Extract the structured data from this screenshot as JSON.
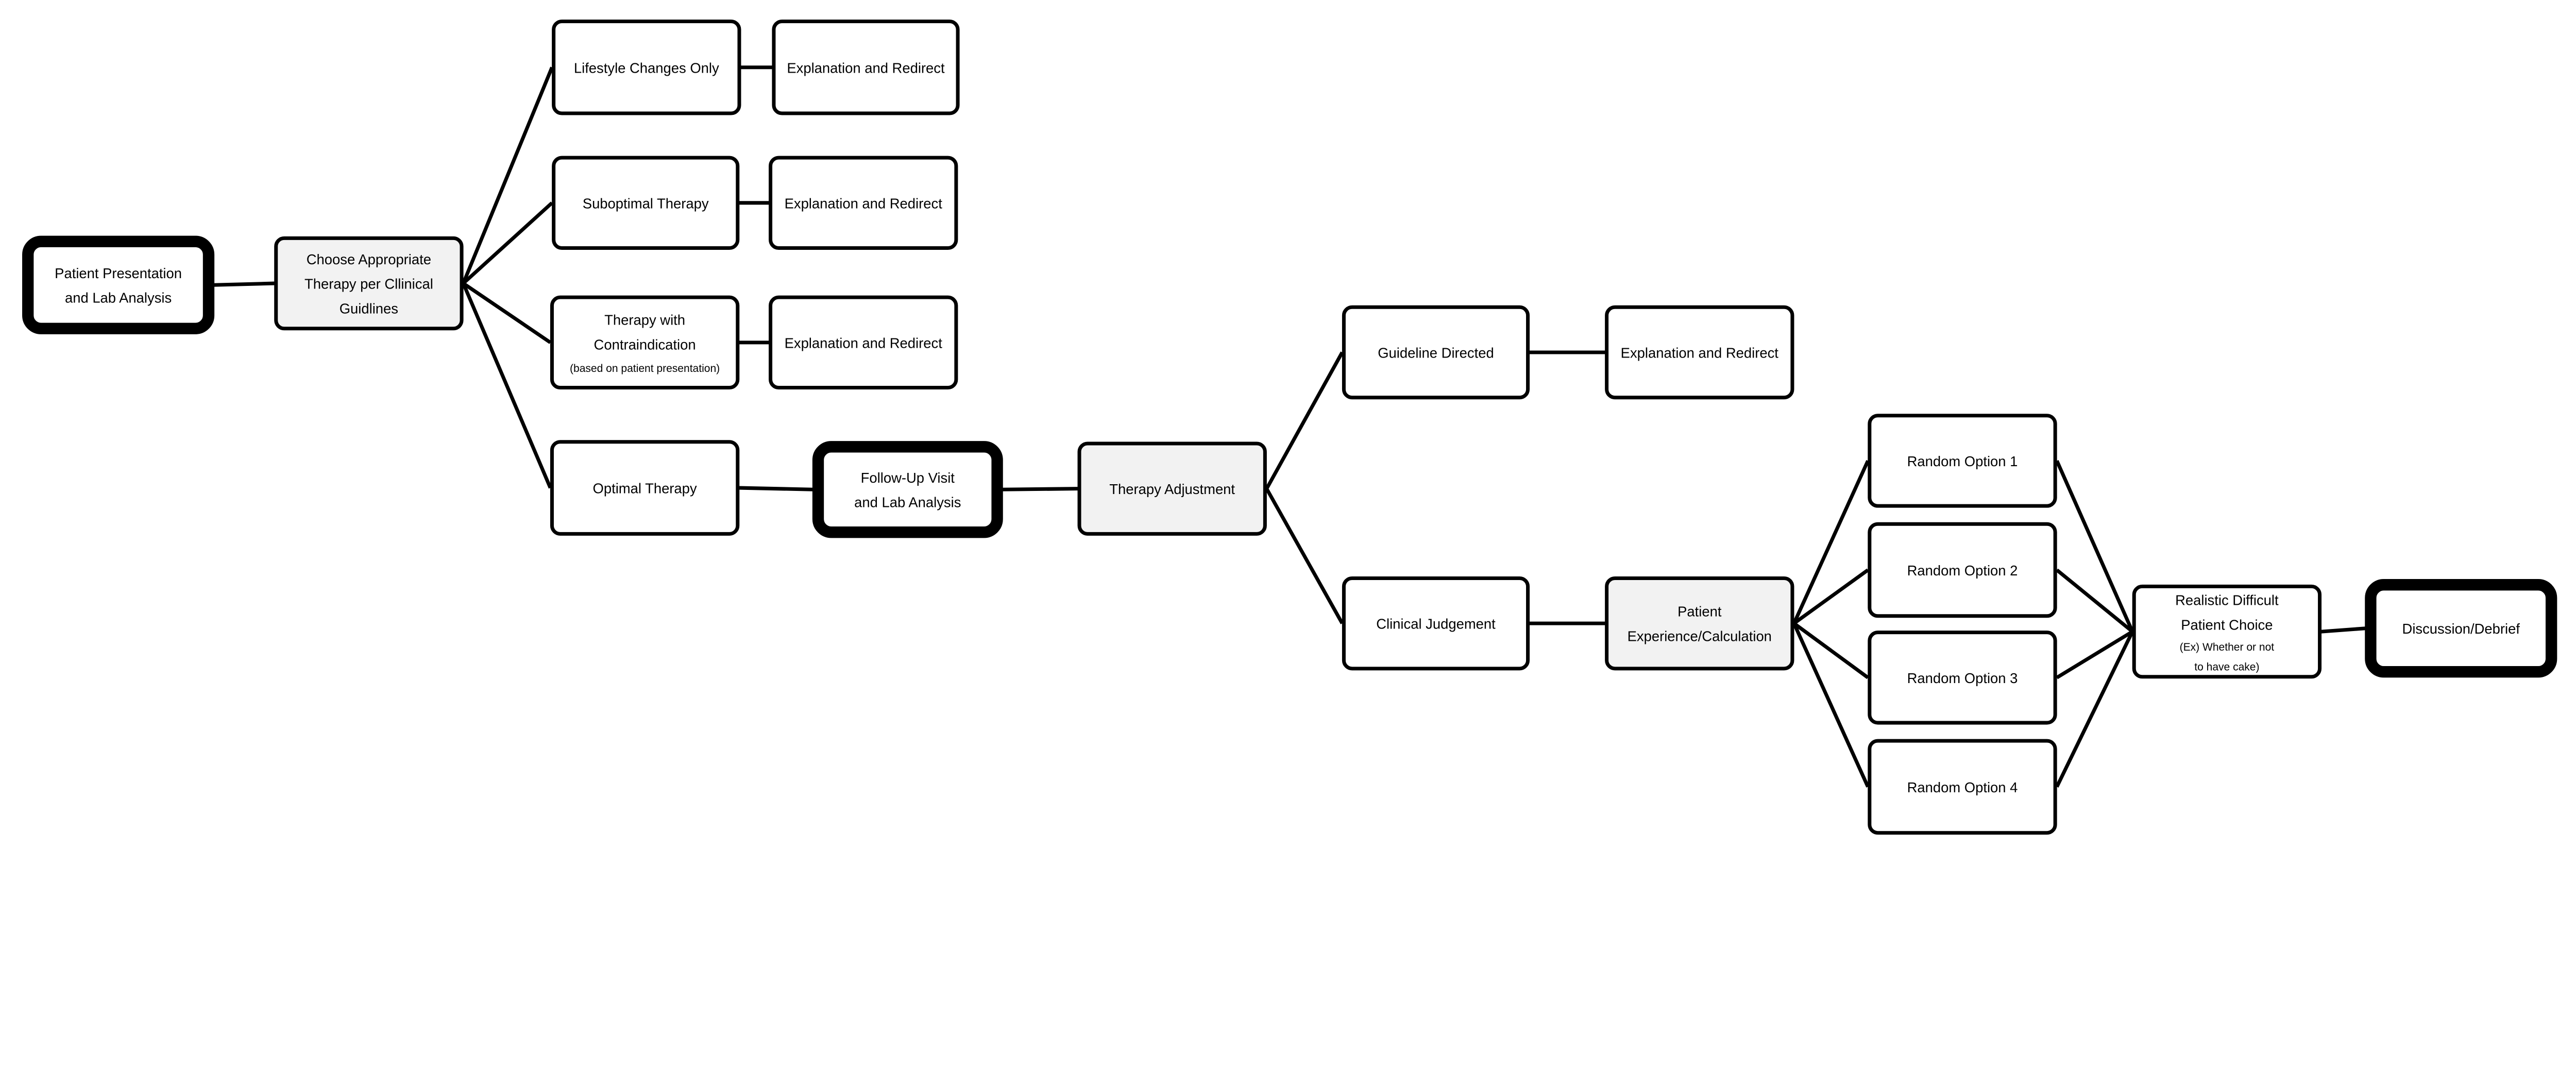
{
  "colors": {
    "stroke": "#000000",
    "box_fill": "#ffffff",
    "highlight_fill": "#f2f2f2"
  },
  "nodes": [
    {
      "id": "patient",
      "lines": [
        "Patient Presentation",
        "and Lab Analysis"
      ],
      "emphasis": "thick"
    },
    {
      "id": "choose",
      "lines": [
        "Choose Appropriate",
        "Therapy per  Cllinical",
        "Guidlines"
      ],
      "emphasis": "shaded"
    },
    {
      "id": "lifestyle",
      "lines": [
        "Lifestyle Changes Only"
      ],
      "emphasis": "normal"
    },
    {
      "id": "expl1",
      "lines": [
        "Explanation and Redirect"
      ],
      "emphasis": "normal"
    },
    {
      "id": "subopt",
      "lines": [
        "Suboptimal Therapy"
      ],
      "emphasis": "normal"
    },
    {
      "id": "expl2",
      "lines": [
        "Explanation and Redirect"
      ],
      "emphasis": "normal"
    },
    {
      "id": "contra",
      "lines": [
        "Therapy with",
        "Contraindication"
      ],
      "note": "(based on patient presentation)",
      "emphasis": "normal"
    },
    {
      "id": "expl3",
      "lines": [
        "Explanation and Redirect"
      ],
      "emphasis": "normal"
    },
    {
      "id": "optimal",
      "lines": [
        "Optimal Therapy"
      ],
      "emphasis": "normal"
    },
    {
      "id": "followup",
      "lines": [
        "Follow-Up Visit",
        "and Lab Analysis"
      ],
      "emphasis": "thick"
    },
    {
      "id": "adjust",
      "lines": [
        "Therapy Adjustment"
      ],
      "emphasis": "shaded"
    },
    {
      "id": "guideline",
      "lines": [
        "Guideline Directed"
      ],
      "emphasis": "normal"
    },
    {
      "id": "expl4",
      "lines": [
        "Explanation and Redirect"
      ],
      "emphasis": "normal"
    },
    {
      "id": "clinical",
      "lines": [
        "Clinical Judgement"
      ],
      "emphasis": "normal"
    },
    {
      "id": "patexp",
      "lines": [
        "Patient",
        "Experience/Calculation"
      ],
      "emphasis": "shaded"
    },
    {
      "id": "r1",
      "lines": [
        "Random Option 1"
      ],
      "emphasis": "normal"
    },
    {
      "id": "r2",
      "lines": [
        "Random Option 2"
      ],
      "emphasis": "normal"
    },
    {
      "id": "r3",
      "lines": [
        "Random Option 3"
      ],
      "emphasis": "normal"
    },
    {
      "id": "r4",
      "lines": [
        "Random Option 4"
      ],
      "emphasis": "normal"
    },
    {
      "id": "realistic",
      "lines": [
        "Realistic Difficult",
        "Patient Choice"
      ],
      "note_lines": [
        "(Ex) Whether or not",
        "to have cake)"
      ],
      "emphasis": "normal"
    },
    {
      "id": "debrief",
      "lines": [
        "Discussion/Debrief"
      ],
      "emphasis": "thick"
    }
  ],
  "edges": [
    [
      "patient",
      "choose"
    ],
    [
      "choose",
      "lifestyle"
    ],
    [
      "choose",
      "subopt"
    ],
    [
      "choose",
      "contra"
    ],
    [
      "choose",
      "optimal"
    ],
    [
      "lifestyle",
      "expl1"
    ],
    [
      "subopt",
      "expl2"
    ],
    [
      "contra",
      "expl3"
    ],
    [
      "optimal",
      "followup"
    ],
    [
      "followup",
      "adjust"
    ],
    [
      "adjust",
      "guideline"
    ],
    [
      "adjust",
      "clinical"
    ],
    [
      "guideline",
      "expl4"
    ],
    [
      "clinical",
      "patexp"
    ],
    [
      "patexp",
      "r1"
    ],
    [
      "patexp",
      "r2"
    ],
    [
      "patexp",
      "r3"
    ],
    [
      "patexp",
      "r4"
    ],
    [
      "r1",
      "realistic"
    ],
    [
      "r2",
      "realistic"
    ],
    [
      "r3",
      "realistic"
    ],
    [
      "r4",
      "realistic"
    ],
    [
      "realistic",
      "debrief"
    ]
  ]
}
